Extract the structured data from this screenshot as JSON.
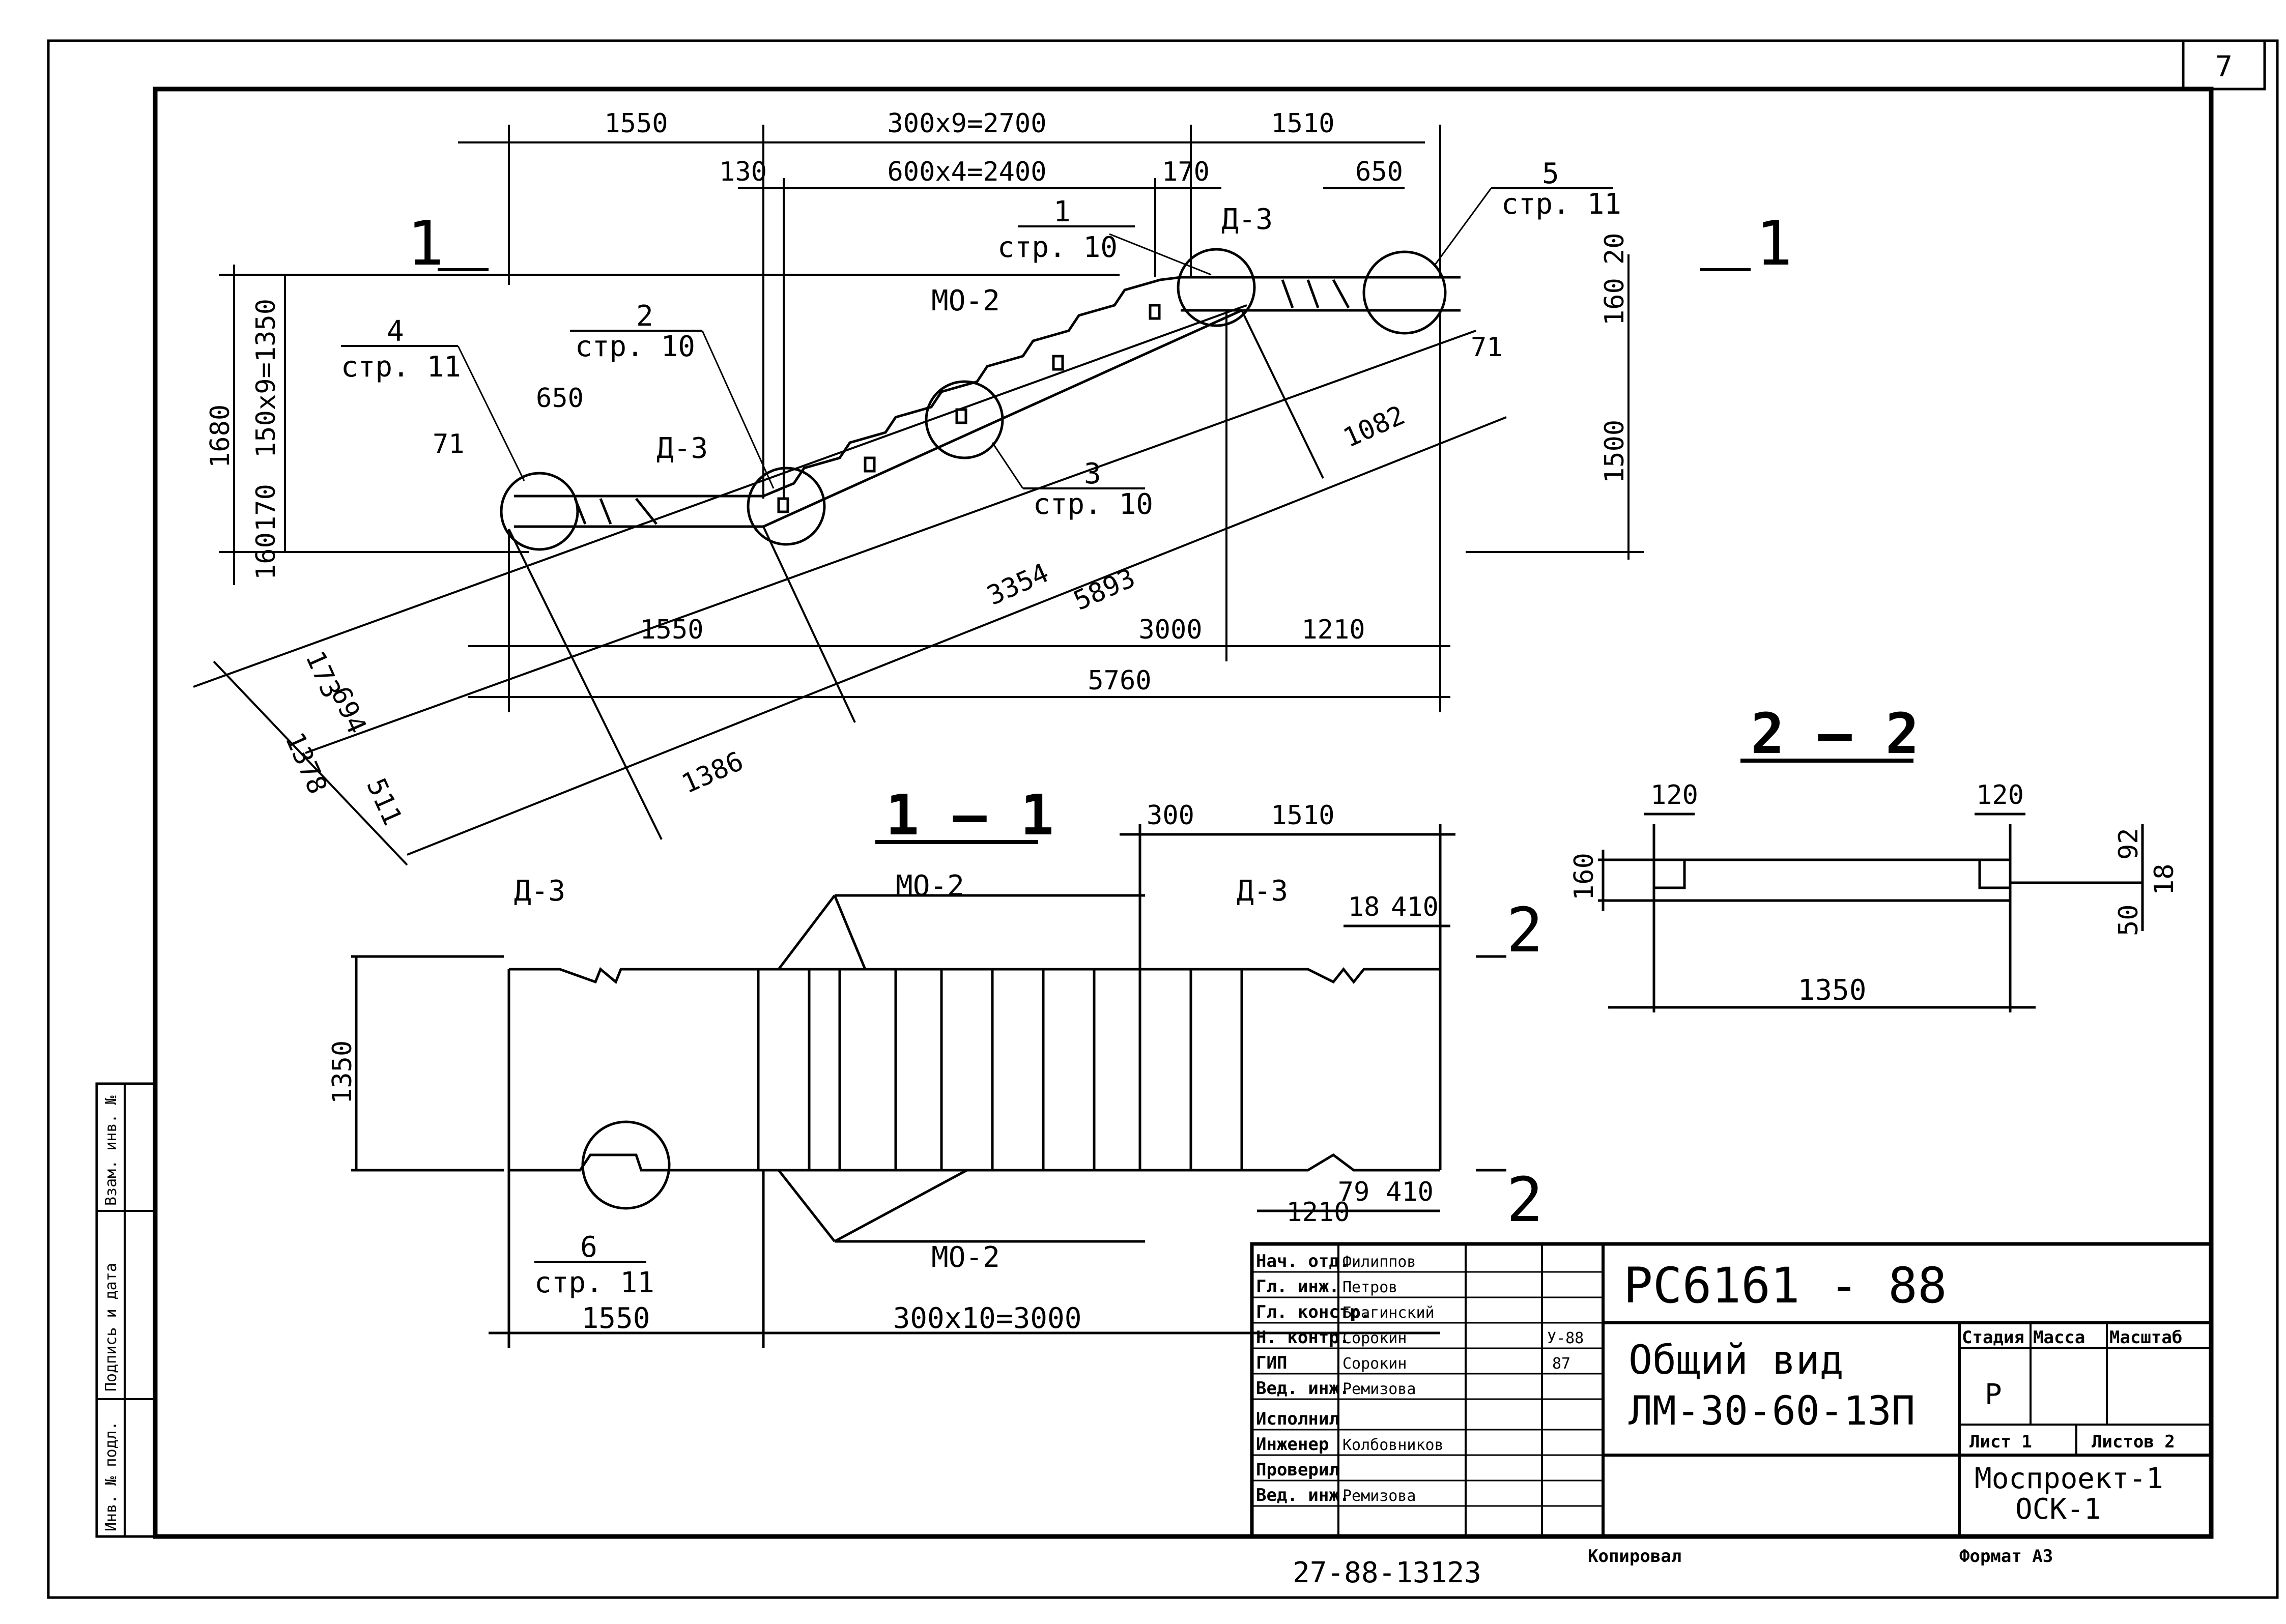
{
  "sheet": {
    "page_number": "7",
    "stamp": "27-88-13123",
    "copied": "Копировал",
    "format": "Формат А3"
  },
  "plan": {
    "section_mark_left": "1",
    "section_mark_right": "1",
    "dims_top": [
      "1550",
      "300x9=2700",
      "1510"
    ],
    "dims_second": [
      "130",
      "600x4=2400",
      "170",
      "650"
    ],
    "dims_left": [
      "1680",
      "150x9=1350",
      "170",
      "160"
    ],
    "dims_right": [
      "20",
      "160",
      "1500"
    ],
    "dims_slope": [
      "1082",
      "3354",
      "5893",
      "1386",
      "173",
      "694",
      "511",
      "1378"
    ],
    "dims_bottom": [
      "1550",
      "3000",
      "1210",
      "5760"
    ],
    "dim_71_left": "71",
    "dim_71_right": "71",
    "dim_650_left": "650",
    "callouts": [
      {
        "num": "1",
        "ref": "стр. 10"
      },
      {
        "num": "2",
        "ref": "стр. 10"
      },
      {
        "num": "3",
        "ref": "стр. 10"
      },
      {
        "num": "4",
        "ref": "стр. 11"
      },
      {
        "num": "5",
        "ref": "стр. 11"
      }
    ],
    "marks": {
      "mo2": "МО-2",
      "d3a": "Д-3",
      "d3b": "Д-3"
    }
  },
  "section11": {
    "title": "1 — 1",
    "dims_top": [
      "300",
      "1510",
      "18",
      "410"
    ],
    "dim_height": "1350",
    "dims_bottom": [
      "1550",
      "300x10=3000",
      "1210",
      "79",
      "410"
    ],
    "marks": {
      "mo2_top": "МО-2",
      "mo2_bottom": "МО-2",
      "d3_left": "Д-3",
      "d3_right": "Д-3"
    },
    "callout6": {
      "num": "6",
      "ref": "стр. 11"
    },
    "cut_arrow_top": "2",
    "cut_arrow_bottom": "2"
  },
  "section22": {
    "title": "2 — 2",
    "dims": [
      "120",
      "120",
      "160",
      "92",
      "18",
      "50",
      "1350"
    ]
  },
  "left_strip": [
    "Инв. № подл.",
    "Подпись и дата",
    "Взам. инв. №"
  ],
  "titleblock": {
    "doc_code": "РС6161 - 88",
    "name_line1": "Общий вид",
    "name_line2": "ЛМ-30-60-13П",
    "org_line1": "Моспроект-1",
    "org_line2": "ОСК-1",
    "stage_header": "Стадия",
    "mass_header": "Масса",
    "scale_header": "Масштаб",
    "stage": "Р",
    "sheet_label": "Лист 1",
    "sheets_label": "Листов 2",
    "date": "У-88",
    "year": "87",
    "roles": [
      {
        "role": "Нач. отд.",
        "name": "Филиппов"
      },
      {
        "role": "Гл. инж.",
        "name": "Петров"
      },
      {
        "role": "Гл. констр.",
        "name": "Брагинский"
      },
      {
        "role": "Н. контр.",
        "name": "Сорокин"
      },
      {
        "role": "ГИП",
        "name": "Сорокин"
      },
      {
        "role": "Вед. инж.",
        "name": "Ремизова"
      },
      {
        "role": "Исполнил",
        "name": ""
      },
      {
        "role": "Инженер",
        "name": "Колбовников"
      },
      {
        "role": "Проверил",
        "name": ""
      },
      {
        "role": "Вед. инж.",
        "name": "Ремизова"
      }
    ]
  }
}
